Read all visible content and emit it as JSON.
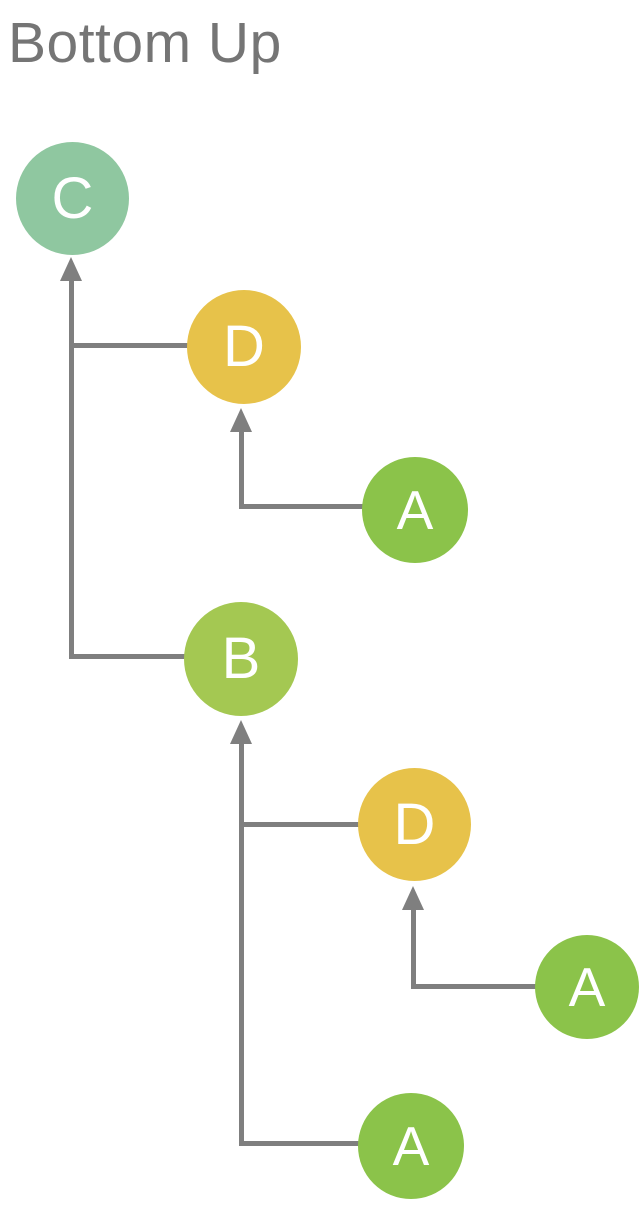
{
  "title": "Bottom Up",
  "colors": {
    "node-c": "#8FC7A0",
    "node-d": "#E7C24A",
    "node-a": "#8BC34A",
    "node-b": "#A4C852",
    "node-label": "#FFFFFF",
    "edge": "#7F7F7F",
    "title-text": "#757575",
    "background": "#FFFFFF"
  },
  "graph": {
    "type": "tree",
    "direction": "bottom-up",
    "nodes": [
      {
        "id": "C",
        "label": "C"
      },
      {
        "id": "D1",
        "label": "D"
      },
      {
        "id": "A1",
        "label": "A"
      },
      {
        "id": "B",
        "label": "B"
      },
      {
        "id": "D2",
        "label": "D"
      },
      {
        "id": "A2",
        "label": "A"
      },
      {
        "id": "A3",
        "label": "A"
      }
    ],
    "edges": [
      {
        "from": "D1",
        "to": "C"
      },
      {
        "from": "B",
        "to": "C"
      },
      {
        "from": "A1",
        "to": "D1"
      },
      {
        "from": "D2",
        "to": "B"
      },
      {
        "from": "A3",
        "to": "B"
      },
      {
        "from": "A2",
        "to": "D2"
      }
    ]
  }
}
